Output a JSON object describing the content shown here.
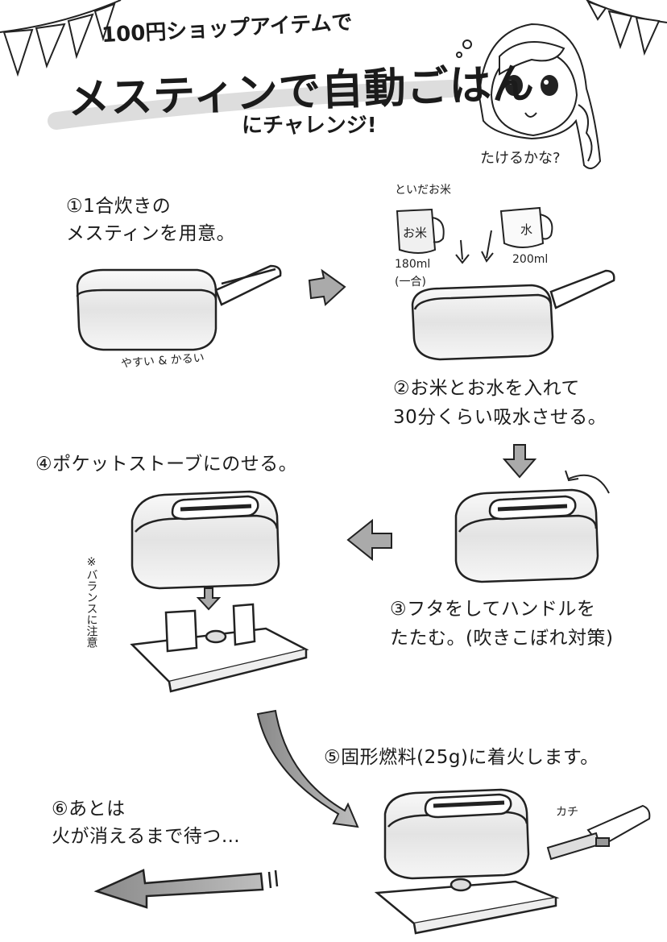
{
  "title": {
    "top": "100円ショップアイテムで",
    "main": "メスティンで自動ごはん",
    "sub": "にチャレンジ!"
  },
  "character": {
    "thought": "たけるかな?"
  },
  "steps": {
    "step1": {
      "line1": "①1合炊きの",
      "line2": "メスティンを用意。",
      "note": "やすい & かるい"
    },
    "step2": {
      "line1": "②お米とお水を入れて",
      "line2": "30分くらい吸水させる。",
      "rice_label_top": "といだお米",
      "rice_cup_label": "お米",
      "rice_amount": "180ml",
      "rice_amount_note": "(一合)",
      "water_cup_label": "水",
      "water_amount": "200ml"
    },
    "step3": {
      "line1": "③フタをしてハンドルを",
      "line2": "たたむ。(吹きこぼれ対策)"
    },
    "step4": {
      "line1": "④ポケットストーブにのせる。",
      "note": "※バランスに注意"
    },
    "step5": {
      "line1": "⑤固形燃料(25g)に着火します。",
      "sfx": "カチ"
    },
    "step6": {
      "line1": "⑥あとは",
      "line2": "火が消えるまで待つ…"
    }
  },
  "icons": [
    "bunting-left",
    "bunting-right",
    "girl-face",
    "mess-tin",
    "measuring-cup",
    "pocket-stove",
    "lighter",
    "arrow-right",
    "arrow-down",
    "arrow-left",
    "curved-arrow"
  ]
}
